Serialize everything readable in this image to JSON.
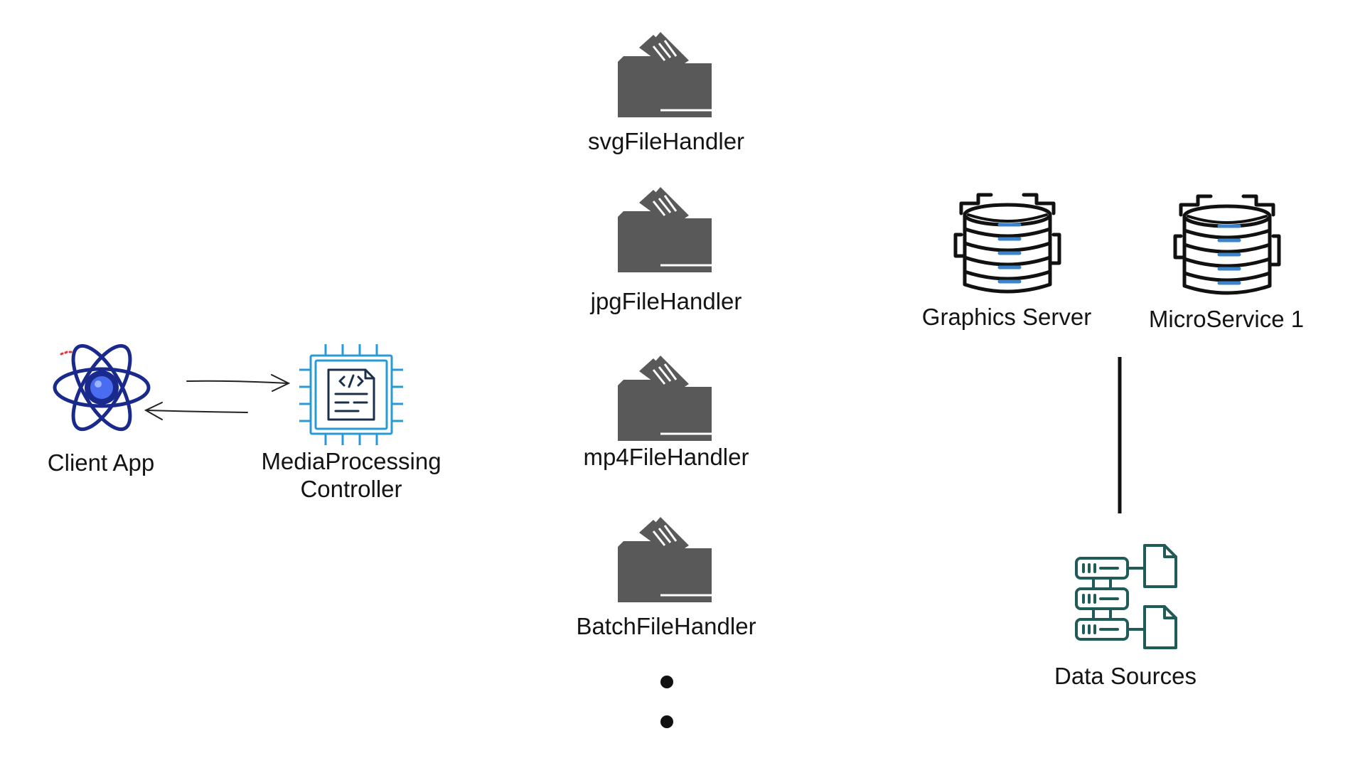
{
  "nodes": {
    "client_app": {
      "label": "Client App",
      "icon": "atom-icon"
    },
    "controller": {
      "label_line1": "MediaProcessing",
      "label_line2": "Controller",
      "icon": "chip-code-icon"
    },
    "svg_handler": {
      "label": "svgFileHandler",
      "icon": "folder-icon"
    },
    "jpg_handler": {
      "label": "jpgFileHandler",
      "icon": "folder-icon"
    },
    "mp4_handler": {
      "label": "mp4FileHandler",
      "icon": "folder-icon"
    },
    "batch_handler": {
      "label": "BatchFileHandler",
      "icon": "folder-icon"
    },
    "graphics_server": {
      "label": "Graphics Server",
      "icon": "server-stack-icon"
    },
    "microservice_1": {
      "label": "MicroService 1",
      "icon": "server-stack-icon"
    },
    "data_sources": {
      "label": "Data Sources",
      "icon": "database-files-icon"
    }
  },
  "colors": {
    "folder": "#585958",
    "atom": "#1a2a8c",
    "atom_core": "#4a6cf0",
    "chip": "#2a9ad6",
    "chip_doc": "#1c2f4a",
    "server": "#111111",
    "server_slot": "#3b84c9",
    "data_sources": "#1f5c58"
  }
}
